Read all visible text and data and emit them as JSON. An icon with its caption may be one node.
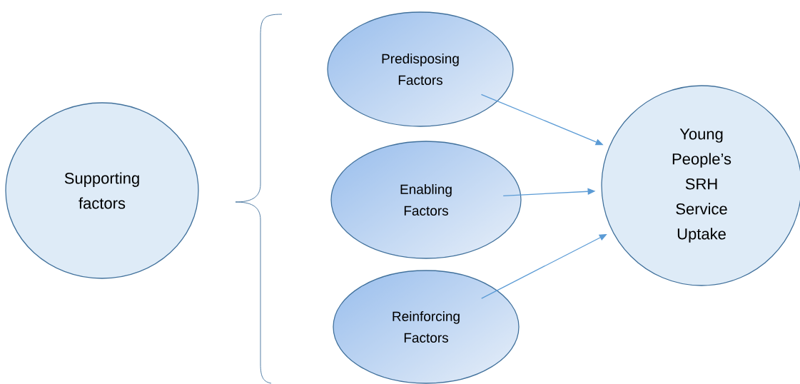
{
  "diagram": {
    "nodes": [
      {
        "text": [
          "Supporting factors"
        ]
      },
      {
        "text": [
          "Predisposing Factors"
        ]
      },
      {
        "text": [
          "Enabling Factors"
        ]
      },
      {
        "text": [
          "Reinforcing Factors"
        ]
      },
      {
        "text": [
          "Young People’s SRH Service Uptake"
        ]
      }
    ],
    "edges": [
      {
        "from": 1,
        "to": 4,
        "arrow": "to"
      },
      {
        "from": 2,
        "to": 4,
        "arrow": "to"
      },
      {
        "from": 3,
        "to": 4,
        "arrow": "to"
      }
    ]
  }
}
